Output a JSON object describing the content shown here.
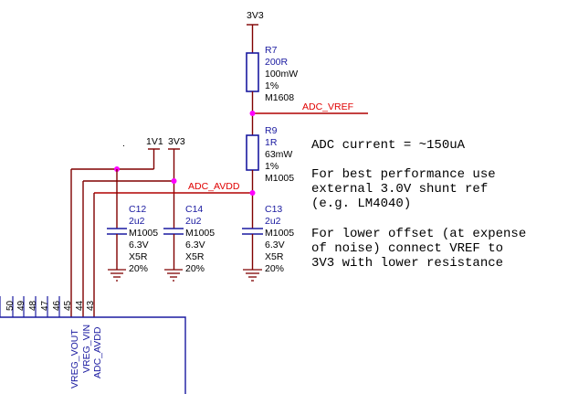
{
  "nets": {
    "rail_3v3_top": "3V3",
    "rail_1v1": "1V1",
    "rail_3v3_mid": "3V3",
    "adc_vref": "ADC_VREF",
    "adc_avdd": "ADC_AVDD"
  },
  "components": {
    "r7": {
      "ref": "R7",
      "value": "200R",
      "power": "100mW",
      "tol": "1%",
      "pkg": "M1608"
    },
    "r9": {
      "ref": "R9",
      "value": "1R",
      "power": "63mW",
      "tol": "1%",
      "pkg": "M1005"
    },
    "c12": {
      "ref": "C12",
      "value": "2u2",
      "pkg": "M1005",
      "volt": "6.3V",
      "diel": "X5R",
      "tol": "20%"
    },
    "c14": {
      "ref": "C14",
      "value": "2u2",
      "pkg": "M1005",
      "volt": "6.3V",
      "diel": "X5R",
      "tol": "20%"
    },
    "c13": {
      "ref": "C13",
      "value": "2u2",
      "pkg": "M1005",
      "volt": "6.3V",
      "diel": "X5R",
      "tol": "20%"
    }
  },
  "notes": {
    "line1": "ADC current = ~150uA",
    "line2": "For best performance use",
    "line3": "external 3.0V shunt ref",
    "line4": "(e.g. LM4040)",
    "line5": "For lower offset (at expense",
    "line6": "of noise) connect VREF to",
    "line7": "3V3 with lower resistance"
  },
  "ic": {
    "pin_numbers": [
      "50",
      "49",
      "48",
      "47",
      "46",
      "45",
      "44",
      "43"
    ],
    "pin_names": {
      "p45": "VREG_VOUT",
      "p44": "VREG_VIN",
      "p43": "ADC_AVDD"
    }
  },
  "colors": {
    "wire": "#800000",
    "component": "#1a1aa0",
    "net_label": "#e00000",
    "junction": "#ff00ff"
  }
}
